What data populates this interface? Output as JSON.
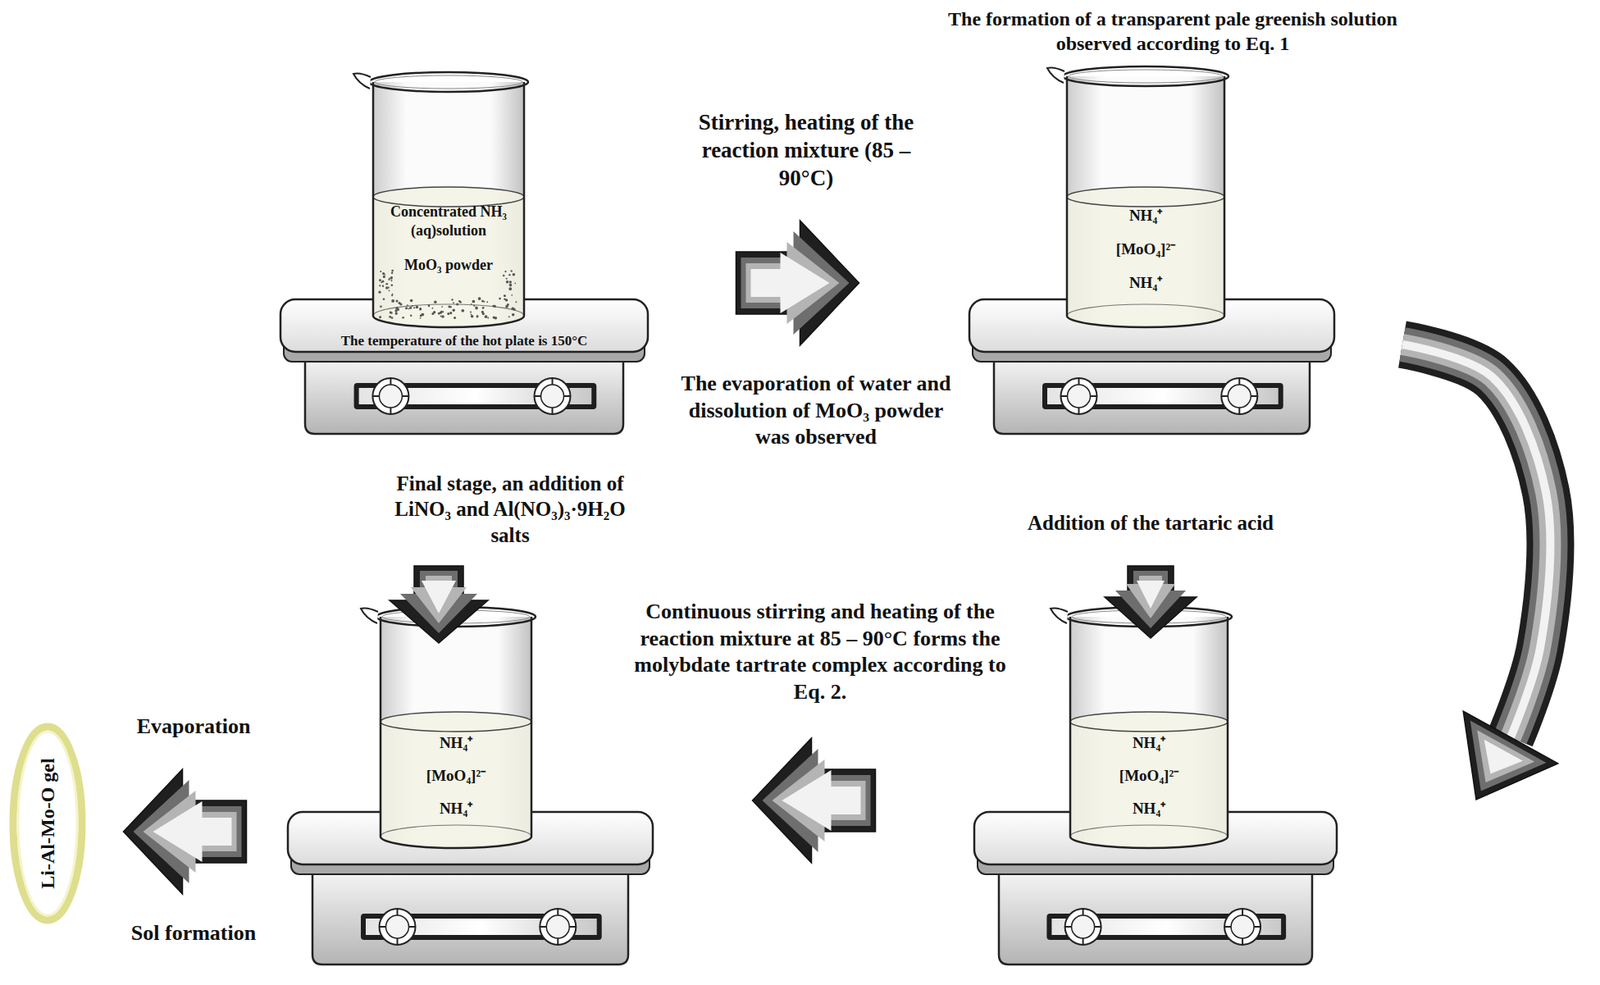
{
  "diagram": {
    "nodes": [
      {
        "text": [
          "Concentrated NH₃ (aq)solution",
          "MoO₃ powder",
          "The temperature of the hot plate is 150°C"
        ]
      },
      {
        "text": [
          "The formation of a transparent pale greenish solution observed according to Eq. 1",
          "NH₄⁺",
          "[MoO₄]²⁻",
          "NH₄⁺"
        ]
      },
      {
        "text": [
          "Addition of the tartaric acid",
          "NH₄⁺",
          "[MoO₄]²⁻",
          "NH₄⁺"
        ]
      },
      {
        "text": [
          "Final stage, an addition of LiNO₃ and Al(NO₃)₃·9H₂O salts",
          "NH₄⁺",
          "[MoO₄]²⁻",
          "NH₄⁺"
        ]
      },
      {
        "text": [
          "Li-Al-Mo-O gel"
        ]
      }
    ],
    "edges": [
      {
        "from": 0,
        "to": 1,
        "arrow": "to",
        "label": "Stirring, heating of the reaction mixture (85 – 90°C)"
      },
      {
        "from": 1,
        "to": 2,
        "arrow": "to"
      },
      {
        "from": 2,
        "to": 3,
        "arrow": "to",
        "label": "Continuous stirring and heating of the reaction mixture at 85 – 90°C forms the molybdate tartrate complex according to Eq. 2."
      },
      {
        "from": 3,
        "to": 4,
        "arrow": "to",
        "label": "Evaporation"
      }
    ],
    "labels": [
      "The evaporation of water and dissolution of MoO₃ powder was observed",
      "Sol formation"
    ]
  }
}
